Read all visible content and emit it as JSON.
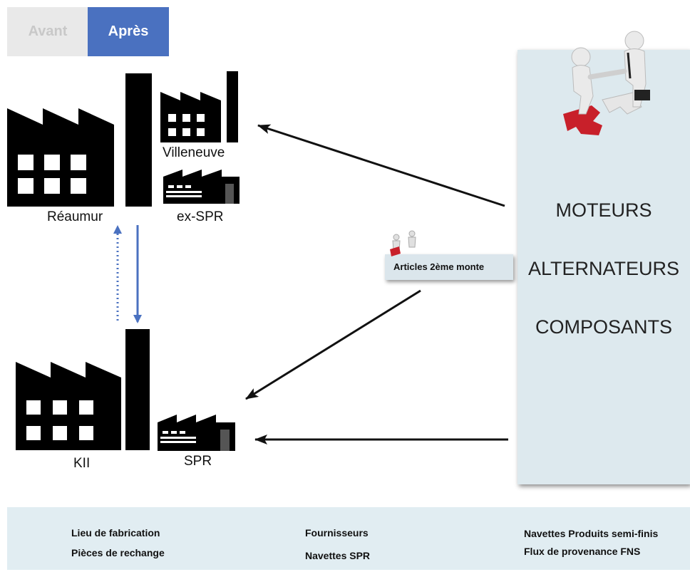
{
  "tabs": {
    "before": "Avant",
    "after": "Après",
    "active": "after"
  },
  "sites": {
    "reaumur": "Réaumur",
    "villeneuve": "Villeneuve",
    "ex_spr": "ex-SPR",
    "kii": "KII",
    "spr": "SPR"
  },
  "suppliers": {
    "categories": [
      "MOTEURS",
      "ALTERNATEURS",
      "COMPOSANTS"
    ],
    "second_fit_label": "Articles 2ème monte"
  },
  "legend": {
    "manufacturing_site": "Lieu de fabrication",
    "spare_parts": "Pièces de rechange",
    "suppliers": "Fournisseurs",
    "spr_shuttles": "Navettes SPR",
    "semi_finished_shuttles": "Navettes Produits semi-finis",
    "fns_flow": "Flux de provenance FNS"
  },
  "colors": {
    "tab_active": "#4a71c0",
    "tab_inactive": "#e9e9e9",
    "panel": "#dde9ee",
    "legend_bg": "#e1edf2",
    "shuttle_arrow": "#4a71c0",
    "flow_arrow": "#111111",
    "puzzle_red": "#c8202a"
  },
  "icons": {
    "factory": "factory-icon",
    "warehouse": "warehouse-icon",
    "handshake": "handshake-icon"
  }
}
